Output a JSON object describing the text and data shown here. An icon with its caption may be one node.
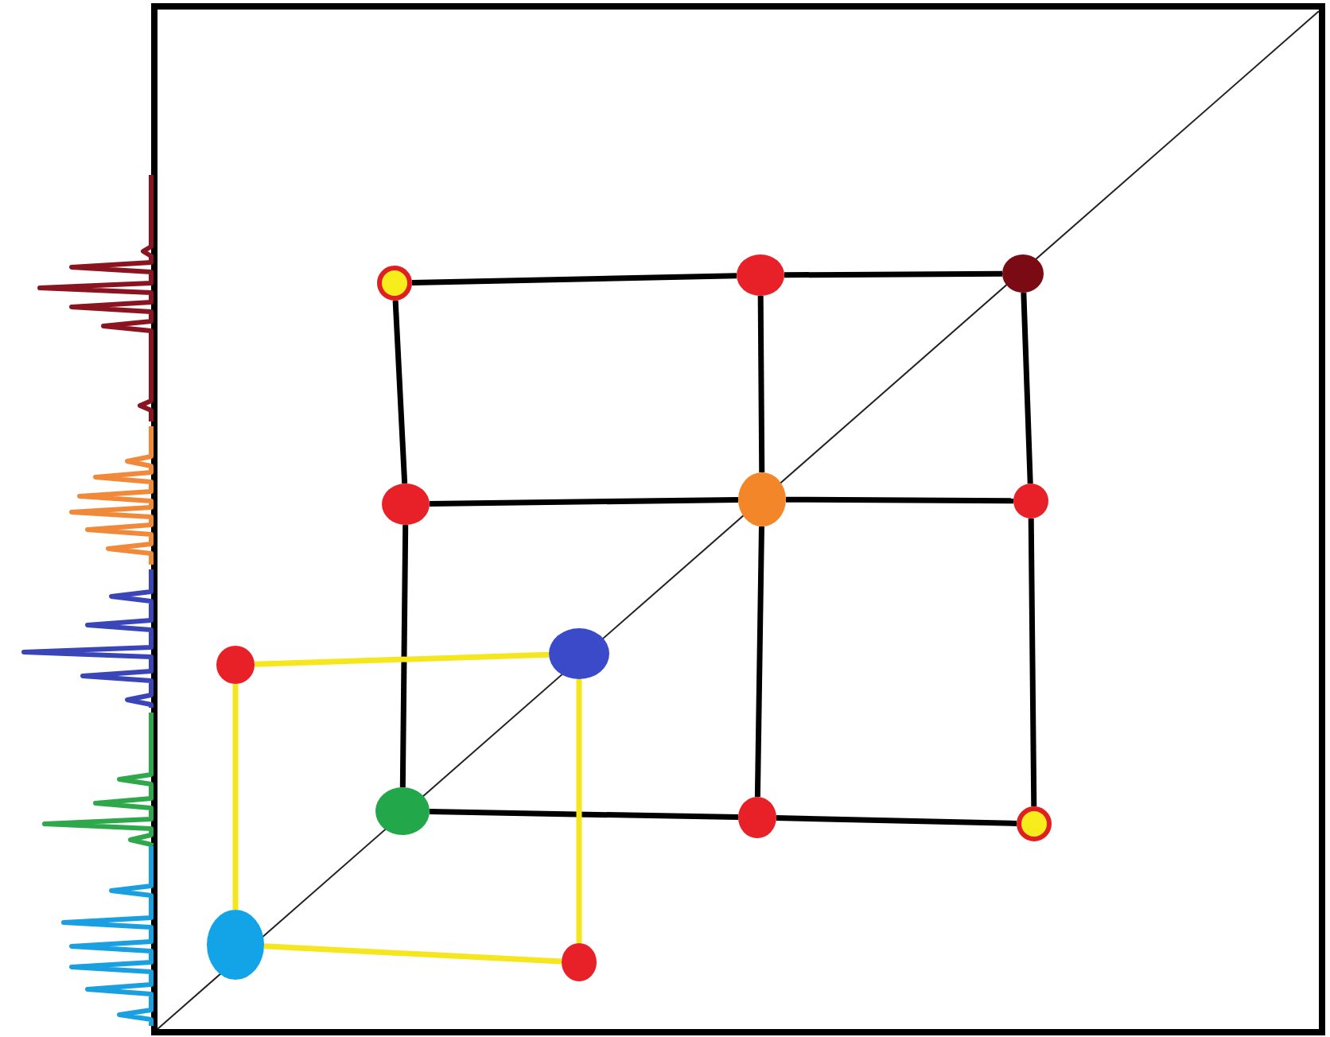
{
  "diagram": {
    "nodes": [
      {
        "text": [],
        "shape": "circle"
      },
      {
        "text": [],
        "shape": "circle"
      },
      {
        "text": [],
        "shape": "circle"
      },
      {
        "text": [],
        "shape": "circle"
      },
      {
        "text": [],
        "shape": "circle"
      },
      {
        "text": [],
        "shape": "circle"
      },
      {
        "text": [],
        "shape": "circle"
      },
      {
        "text": [],
        "shape": "circle"
      },
      {
        "text": [],
        "shape": "circle"
      },
      {
        "text": [],
        "shape": "circle"
      },
      {
        "text": [],
        "shape": "circle"
      },
      {
        "text": [],
        "shape": "circle"
      },
      {
        "text": [],
        "shape": "circle"
      }
    ],
    "edges": [
      {
        "from": 0,
        "to": 1,
        "arrow": "none"
      },
      {
        "from": 1,
        "to": 2,
        "arrow": "none"
      },
      {
        "from": 0,
        "to": 3,
        "arrow": "none"
      },
      {
        "from": 1,
        "to": 4,
        "arrow": "none"
      },
      {
        "from": 2,
        "to": 5,
        "arrow": "none"
      },
      {
        "from": 3,
        "to": 4,
        "arrow": "none"
      },
      {
        "from": 4,
        "to": 5,
        "arrow": "none"
      },
      {
        "from": 3,
        "to": 8,
        "arrow": "none"
      },
      {
        "from": 4,
        "to": 9,
        "arrow": "none"
      },
      {
        "from": 5,
        "to": 10,
        "arrow": "none"
      },
      {
        "from": 8,
        "to": 9,
        "arrow": "none"
      },
      {
        "from": 9,
        "to": 10,
        "arrow": "none"
      },
      {
        "from": 6,
        "to": 7,
        "arrow": "none",
        "color": "#f5e61e"
      },
      {
        "from": 6,
        "to": 11,
        "arrow": "none",
        "color": "#f5e61e"
      },
      {
        "from": 7,
        "to": 12,
        "arrow": "none",
        "color": "#f5e61e"
      },
      {
        "from": 11,
        "to": 12,
        "arrow": "none",
        "color": "#f5e61e"
      }
    ]
  }
}
